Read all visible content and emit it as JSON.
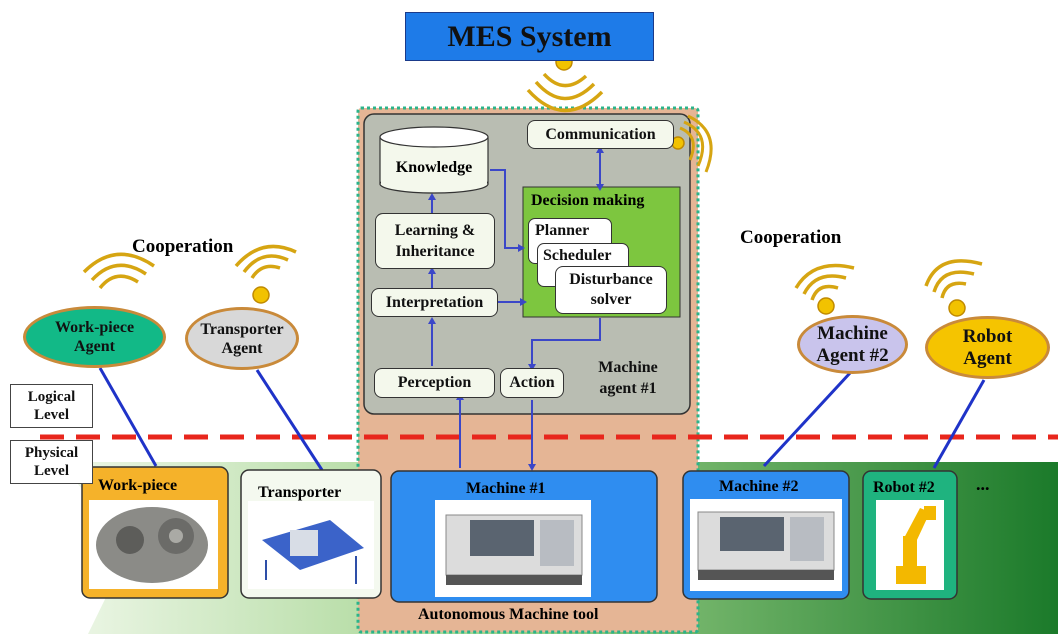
{
  "mes": {
    "title": "MES System"
  },
  "cooperation": {
    "left": "Cooperation",
    "right": "Cooperation"
  },
  "levels": {
    "logical": "Logical Level",
    "physical": "Physical Level"
  },
  "agents": {
    "workpiece": "Work-piece Agent",
    "transporter": "Transporter Agent",
    "machine2": "Machine Agent #2",
    "robot": "Robot Agent"
  },
  "machine_agent": {
    "label": "Machine agent #1",
    "knowledge": "Knowledge",
    "communication": "Communication",
    "decision_making": "Decision making",
    "planner": "Planner",
    "scheduler": "Scheduler",
    "disturbance_solver": "Disturbance solver",
    "learning": "Learning & Inheritance",
    "interpretation": "Interpretation",
    "perception": "Perception",
    "action": "Action"
  },
  "physical": {
    "workpiece": "Work-piece",
    "transporter": "Transporter",
    "machine1": "Machine #1",
    "machine2": "Machine #2",
    "robot2": "Robot #2",
    "more": "...",
    "autonomous": "Autonomous Machine tool"
  },
  "colors": {
    "mes_fill": "#1e7be8",
    "agent_panel": "#e8b89a",
    "inner_panel": "#b9bdb2",
    "decision_fill": "#7dc63f",
    "workpiece_agent": "#12b987",
    "transporter_agent": "#d8d8d8",
    "machine_agent2": "#c9c4ec",
    "robot_agent": "#f5c400",
    "agent_border": "#c98a3a",
    "dashed_line": "#e8261c",
    "link_blue": "#1f33c8",
    "physical_band": "#2f8f3a"
  }
}
